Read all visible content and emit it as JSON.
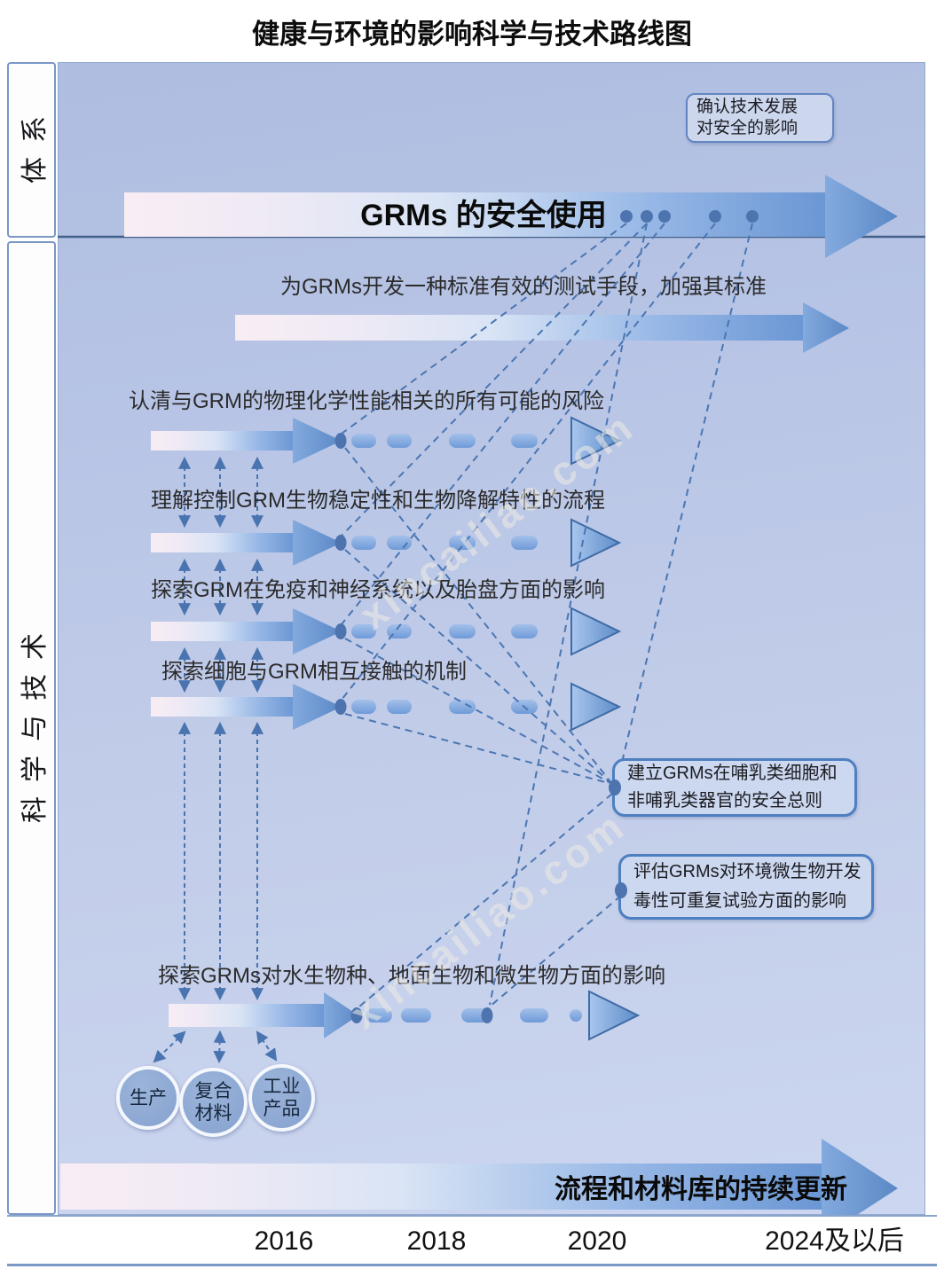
{
  "title": "健康与环境的影响科学与技术路线图",
  "watermark": {
    "text": "xincailiao.com"
  },
  "sidebar": {
    "system_label": "体系",
    "science_label": "科学与技术"
  },
  "system_band": {
    "main_arrow_label": "GRMs 的安全使用",
    "confirm_callout": {
      "line1": "确认技术发展",
      "line2": "对安全的影响"
    }
  },
  "science_band": {
    "standards_arrow_label": "为GRMs开发一种标准有效的测试手段，加强其标准",
    "tasks": [
      {
        "label": "认清与GRM的物理化学性能相关的所有可能的风险"
      },
      {
        "label": "理解控制GRM生物稳定性和生物降解特性的流程"
      },
      {
        "label": "探索GRM在免疫和神经系统以及胎盘方面的影响"
      },
      {
        "label": "探索细胞与GRM相互接触的机制"
      },
      {
        "label": "探索GRMs对水生物种、地面生物和微生物方面的影响"
      }
    ],
    "mammal_callout": {
      "line1": "建立GRMs在哺乳类细胞和",
      "line2": "非哺乳类器官的安全总则"
    },
    "env_callout": {
      "line1": "评估GRMs对环境微生物开发",
      "line2": "毒性可重复试验方面的影响"
    },
    "source_circles": [
      {
        "line1": "生产"
      },
      {
        "line1": "复合",
        "line2": "材料"
      },
      {
        "line1": "工业",
        "line2": "产品"
      }
    ],
    "update_arrow_label": "流程和材料库的持续更新"
  },
  "timeline": {
    "ticks": [
      "2016",
      "2018",
      "2020",
      "2024及以后"
    ]
  },
  "colors": {
    "dash_blue": "#4a74b0",
    "arrow_blue": "#6b97d4",
    "panel_border": "#93a9d0",
    "callout_border": "#4e7fc0",
    "callout_fill": "#ccd8ef"
  }
}
